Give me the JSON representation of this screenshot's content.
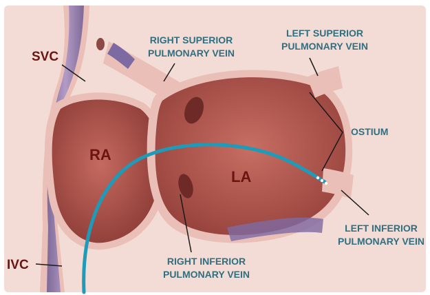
{
  "labels": {
    "svc": "SVC",
    "ivc": "IVC",
    "ra": "RA",
    "la": "LA",
    "rspv_line1": "RIGHT SUPERIOR",
    "rspv_line2": "PULMONARY VEIN",
    "lspv_line1": "LEFT SUPERIOR",
    "lspv_line2": "PULMONARY VEIN",
    "ostium": "OSTIUM",
    "lipv_line1": "LEFT INFERIOR",
    "lipv_line2": "PULMONARY VEIN",
    "ripv_line1": "RIGHT INFERIOR",
    "ripv_line2": "PULMONARY VEIN"
  },
  "colors": {
    "background": "#f3dcd6",
    "chamber": "#b85a52",
    "tissue_edge": "#e9bfb7",
    "vessel": "#7e6aa3",
    "catheter": "#1e9bb8",
    "label_dark": "#6b1414",
    "label_teal": "#2f6f80"
  }
}
